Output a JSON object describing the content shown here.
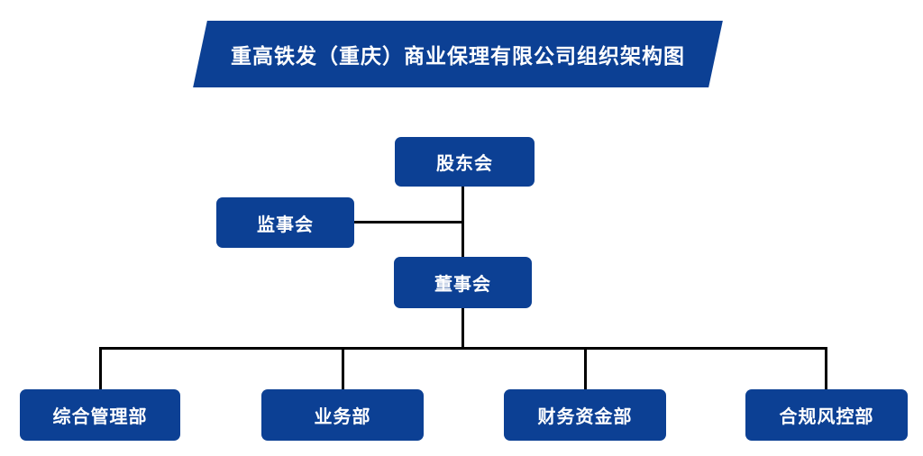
{
  "title": {
    "text": "重高铁发（重庆）商业保理有限公司组织架构图"
  },
  "colors": {
    "primary": "#0c4094",
    "line": "#000000",
    "background": "#ffffff",
    "node_text": "#ffffff"
  },
  "nodes": {
    "shareholders": {
      "label": "股东会"
    },
    "supervisory": {
      "label": "监事会"
    },
    "board": {
      "label": "董事会"
    },
    "departments": [
      {
        "label": "综合管理部"
      },
      {
        "label": "业务部"
      },
      {
        "label": "财务资金部"
      },
      {
        "label": "合规风控部"
      }
    ]
  }
}
